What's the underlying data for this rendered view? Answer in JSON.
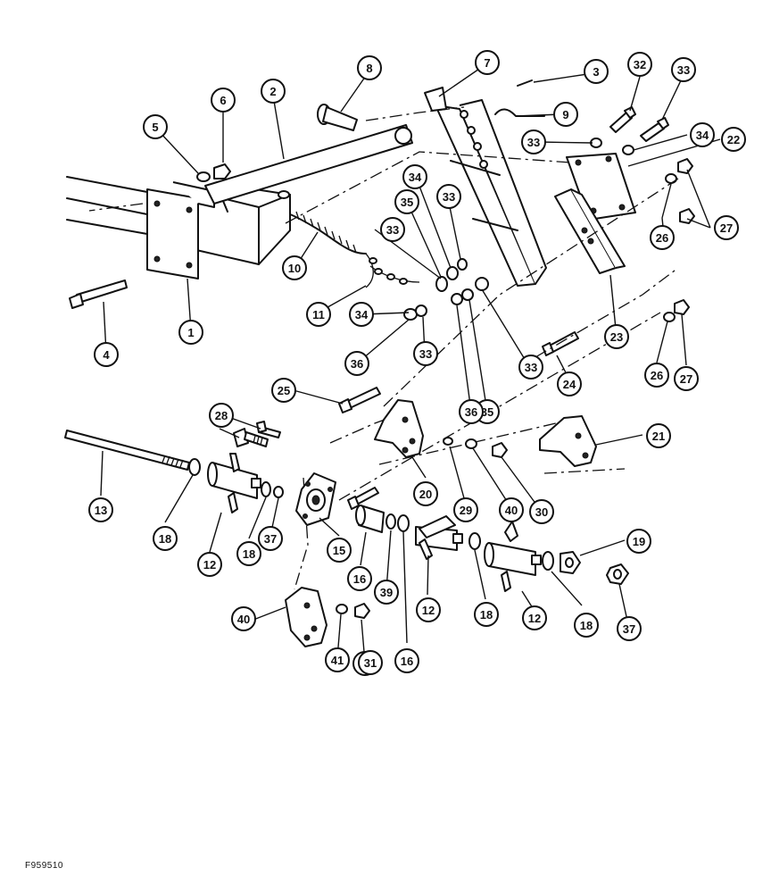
{
  "figure_code": "F959510",
  "callouts": [
    "1",
    "2",
    "3",
    "4",
    "5",
    "6",
    "7",
    "8",
    "9",
    "10",
    "11",
    "12",
    "12",
    "12",
    "13",
    "15",
    "16",
    "16",
    "18",
    "18",
    "18",
    "18",
    "19",
    "20",
    "21",
    "22",
    "23",
    "24",
    "25",
    "26",
    "26",
    "27",
    "27",
    "28",
    "29",
    "30",
    "30",
    "31",
    "32",
    "33",
    "33",
    "33",
    "33",
    "33",
    "33",
    "34",
    "34",
    "34",
    "35",
    "35",
    "36",
    "36",
    "37",
    "37",
    "39",
    "40",
    "40",
    "41"
  ]
}
